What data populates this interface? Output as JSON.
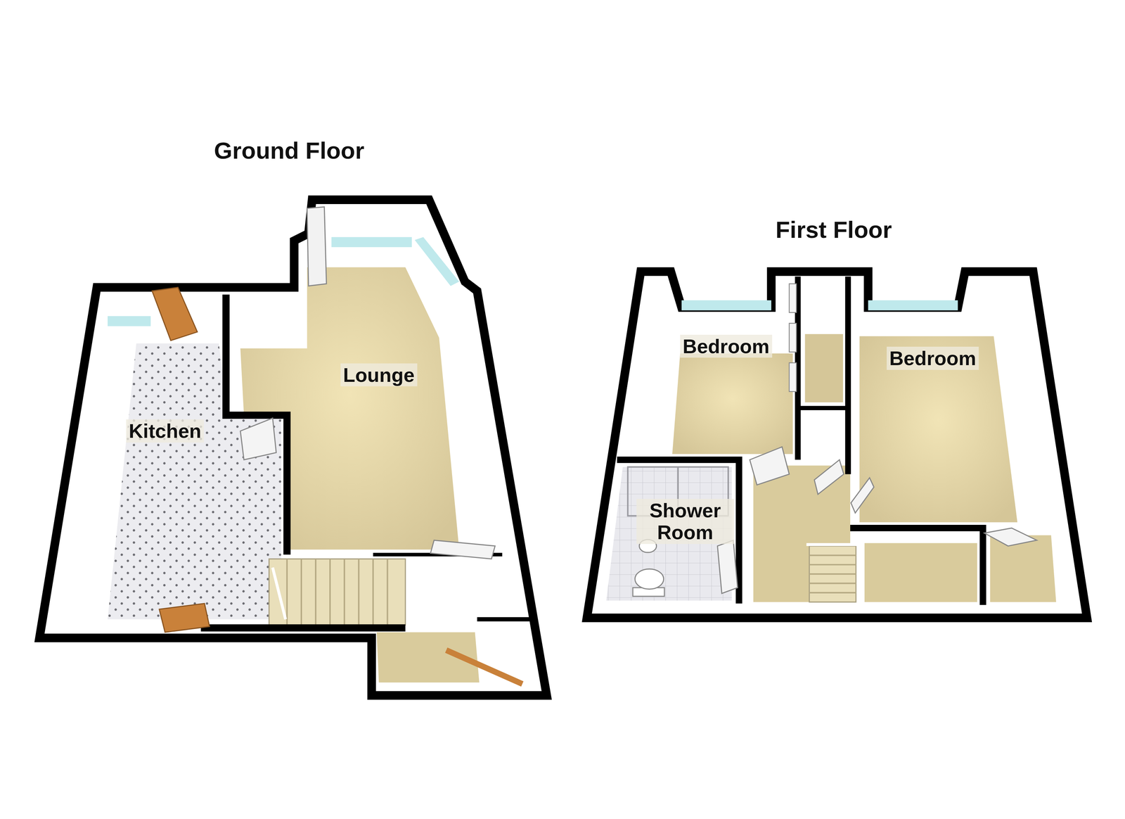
{
  "diagram": {
    "nodes": [
      {
        "text": [
          "Ground Floor"
        ]
      },
      {
        "text": [
          "Kitchen"
        ],
        "in": 0
      },
      {
        "text": [
          "Lounge"
        ],
        "in": 0
      },
      {
        "text": [
          "First Floor"
        ]
      },
      {
        "text": [
          "Bedroom"
        ],
        "in": 3
      },
      {
        "text": [
          "Bedroom"
        ],
        "in": 3
      },
      {
        "text": [
          "Shower Room"
        ],
        "in": 3
      }
    ]
  }
}
